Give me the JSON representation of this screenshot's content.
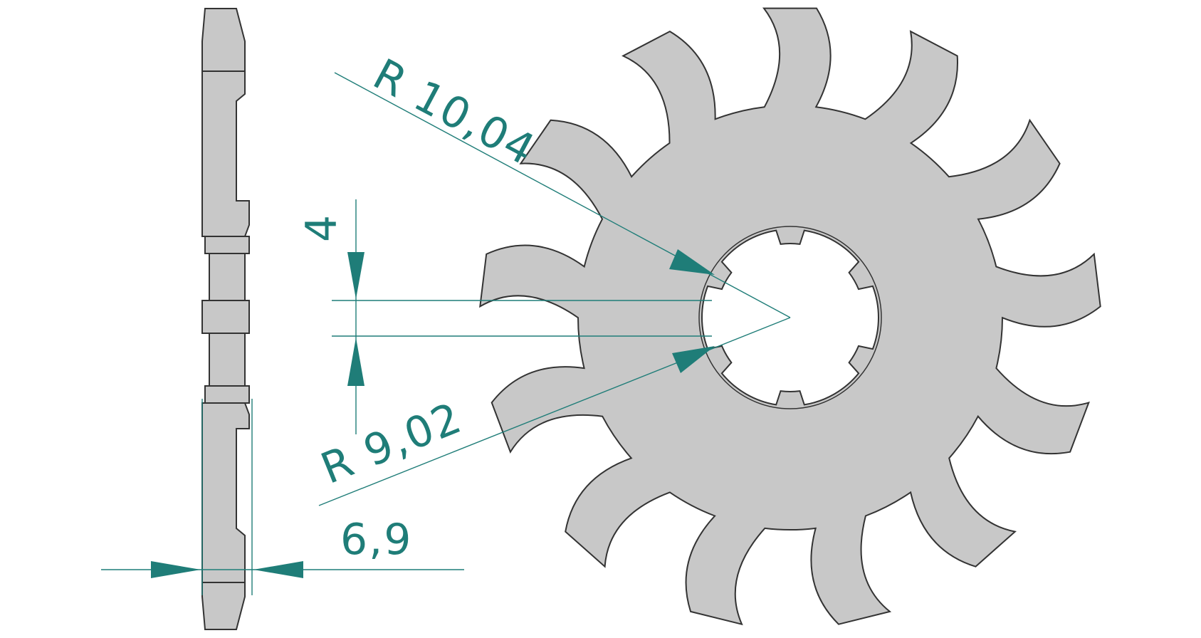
{
  "colors": {
    "part_fill": "#c8c8c8",
    "part_stroke": "#333333",
    "dimension": "#1f7d78",
    "background": "#ffffff"
  },
  "sprocket": {
    "teeth": 13
  },
  "dimensions": {
    "outer_radius_label": "R 10,04",
    "inner_radius_label": "R 9,02",
    "spline_width_label": "4",
    "thickness_label": "6,9"
  }
}
